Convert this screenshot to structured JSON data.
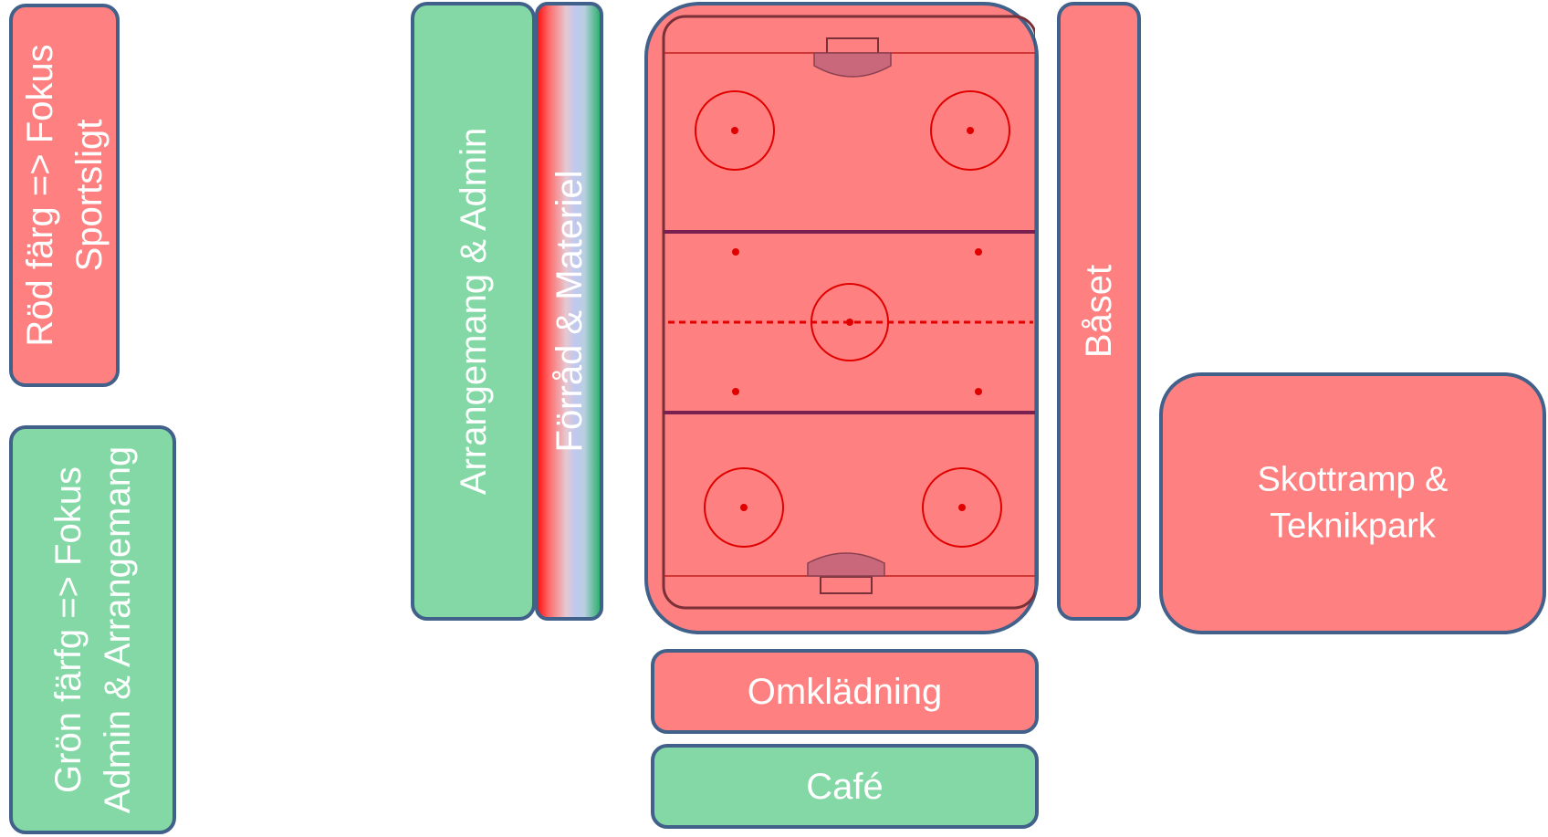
{
  "legend": {
    "red_label": "Röd färg => Fokus Sportsligt",
    "green_label": "Grön färfg => Fokus Admin & Arrangemang"
  },
  "zones": {
    "arrangemang_admin": "Arrangemang & Admin",
    "forrad_materiel": "Förråd & Materiel",
    "baset": "Båset",
    "skottramp": "Skottramp & Teknikpark",
    "omkladning": "Omklädning",
    "cafe": "Café"
  },
  "colors": {
    "red": "#ff8080",
    "green": "#84d8a6",
    "border": "#41608a",
    "rink_lines": "#e00000",
    "blue_lines": "#7a2050"
  }
}
